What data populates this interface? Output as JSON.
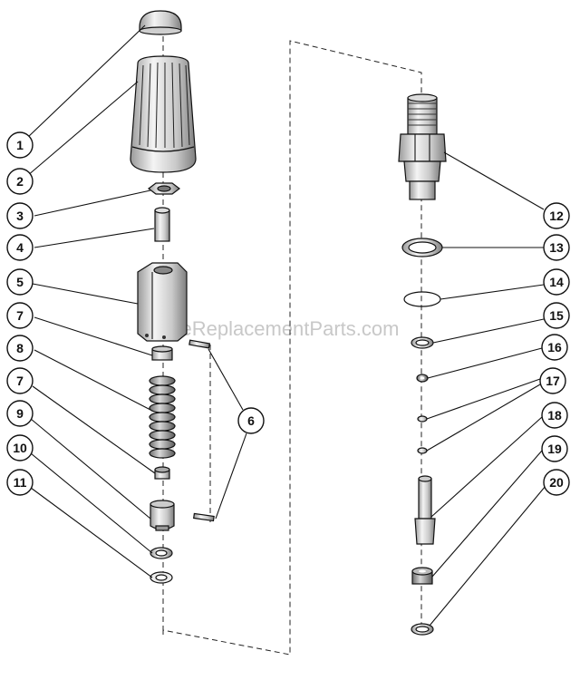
{
  "watermark": "eReplacementParts.com",
  "callouts": [
    {
      "id": "callout-1",
      "label": "1"
    },
    {
      "id": "callout-2",
      "label": "2"
    },
    {
      "id": "callout-3",
      "label": "3"
    },
    {
      "id": "callout-4",
      "label": "4"
    },
    {
      "id": "callout-5",
      "label": "5"
    },
    {
      "id": "callout-7a",
      "label": "7"
    },
    {
      "id": "callout-8",
      "label": "8"
    },
    {
      "id": "callout-7b",
      "label": "7"
    },
    {
      "id": "callout-9",
      "label": "9"
    },
    {
      "id": "callout-10",
      "label": "10"
    },
    {
      "id": "callout-11",
      "label": "11"
    },
    {
      "id": "callout-6",
      "label": "6"
    },
    {
      "id": "callout-12",
      "label": "12"
    },
    {
      "id": "callout-13",
      "label": "13"
    },
    {
      "id": "callout-14",
      "label": "14"
    },
    {
      "id": "callout-15",
      "label": "15"
    },
    {
      "id": "callout-16",
      "label": "16"
    },
    {
      "id": "callout-17",
      "label": "17"
    },
    {
      "id": "callout-18",
      "label": "18"
    },
    {
      "id": "callout-19",
      "label": "19"
    },
    {
      "id": "callout-20",
      "label": "20"
    }
  ]
}
